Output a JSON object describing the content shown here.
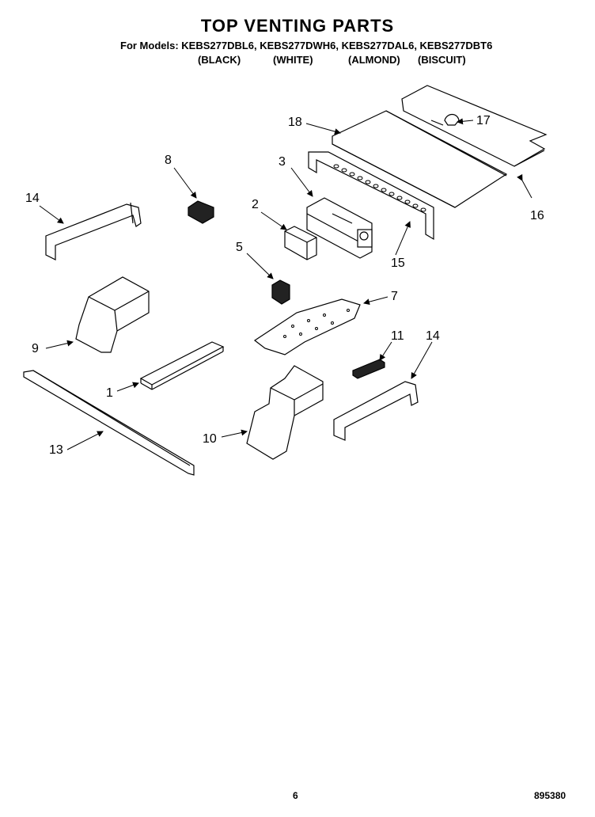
{
  "header": {
    "title": "TOP VENTING PARTS",
    "models_line": "For Models: KEBS277DBL6, KEBS277DWH6, KEBS277DAL6, KEBS277DBT6",
    "colors": [
      "(BLACK)",
      "(WHITE)",
      "(ALMOND)",
      "(BISCUIT)"
    ]
  },
  "callouts": {
    "c1": "1",
    "c2": "2",
    "c3": "3",
    "c5": "5",
    "c7": "7",
    "c8": "8",
    "c9": "9",
    "c10": "10",
    "c11": "11",
    "c13": "13",
    "c14a": "14",
    "c14b": "14",
    "c15": "15",
    "c16": "16",
    "c17": "17",
    "c18": "18"
  },
  "footer": {
    "page": "6",
    "doc_number": "895380"
  }
}
